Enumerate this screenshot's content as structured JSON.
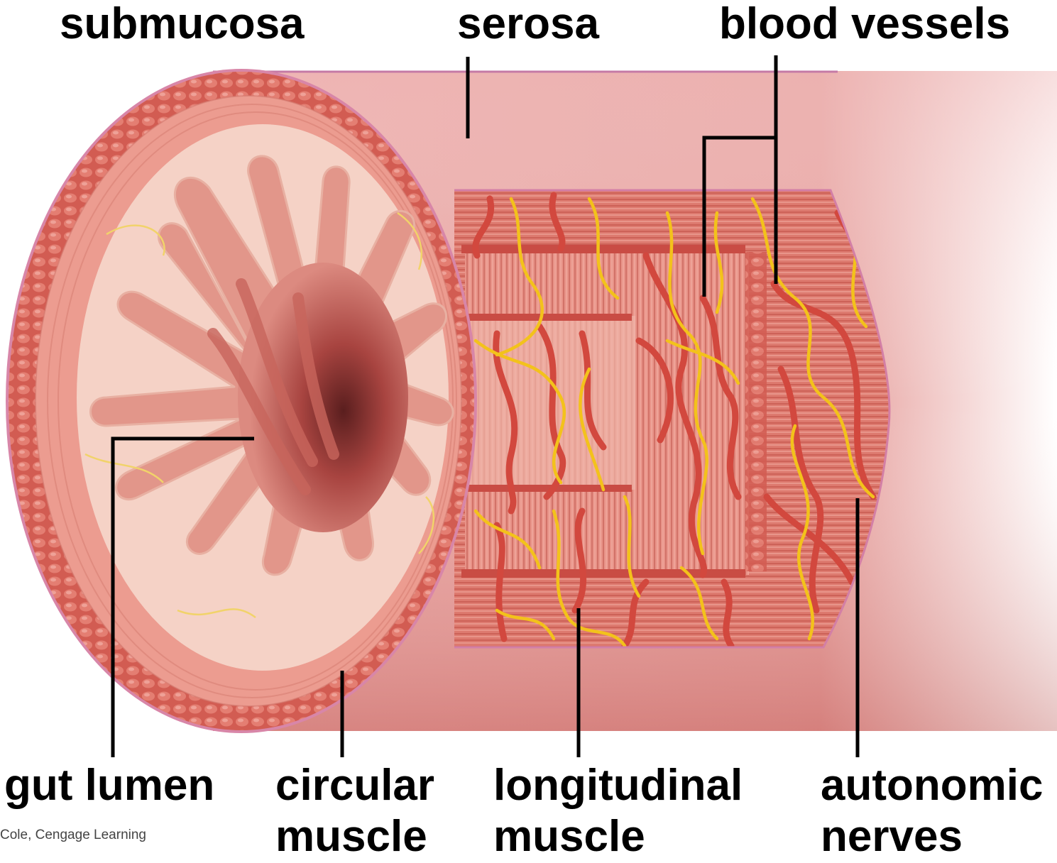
{
  "labels": {
    "submucosa": "submucosa",
    "serosa": "serosa",
    "blood_vessels": "blood vessels",
    "gut_lumen": "gut lumen",
    "circular_muscle_1": "circular",
    "circular_muscle_2": "muscle",
    "longitudinal_muscle_1": "longitudinal",
    "longitudinal_muscle_2": "muscle",
    "autonomic_nerves_1": "autonomic",
    "autonomic_nerves_2": "nerves"
  },
  "credit": "Cole, Cengage Learning",
  "colors": {
    "tube": "#e89a98",
    "muscle": "#d86a62",
    "mucosa": "#f2cbbd",
    "nerve": "#f3c21b",
    "vessel": "#d2483e",
    "leader_line": "#000000"
  }
}
